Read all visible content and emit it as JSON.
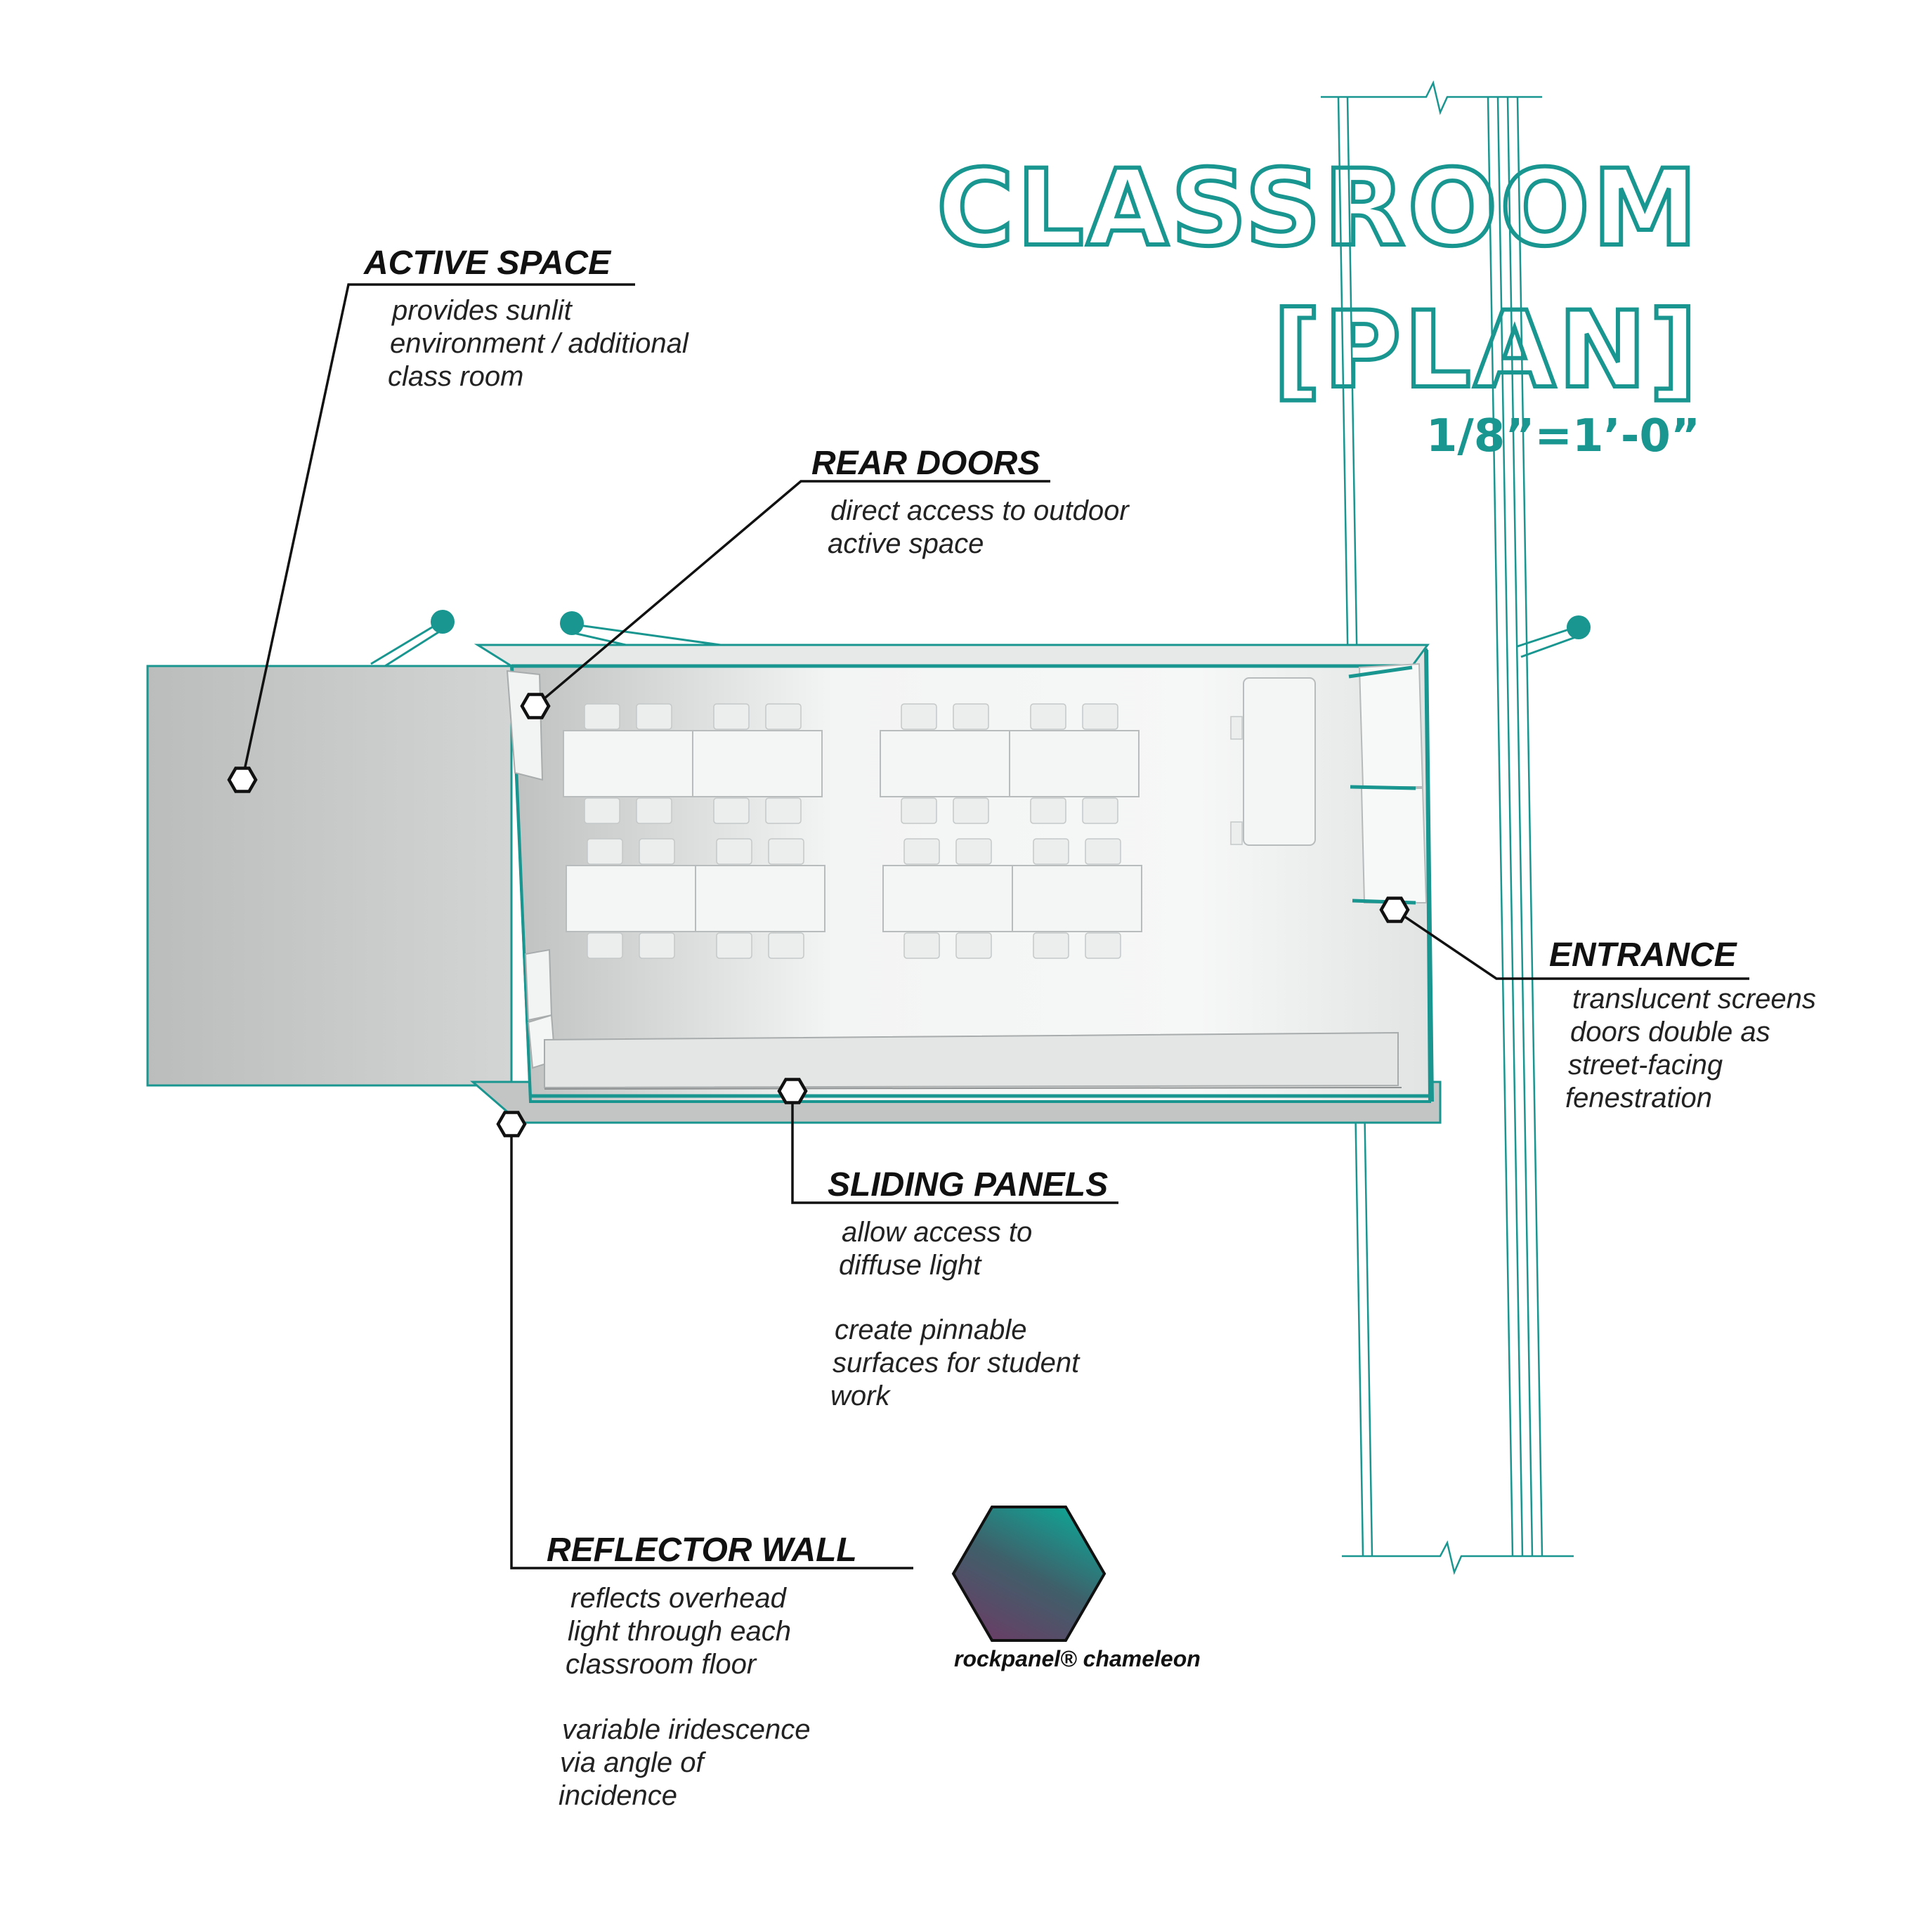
{
  "title": {
    "line1": "CLASSROOM",
    "line2": "[PLAN]",
    "scale": "1/8”=1’-0”"
  },
  "colors": {
    "teal": "#1a9690",
    "ink": "#111111",
    "floor": "#c8caca",
    "interior": "#eceeee"
  },
  "callouts": {
    "active_space": {
      "heading": "ACTIVE SPACE",
      "lines": [
        "provides sunlit",
        "environment / additional",
        "class room"
      ]
    },
    "rear_doors": {
      "heading": "REAR DOORS",
      "lines": [
        "direct access to outdoor",
        "active space"
      ]
    },
    "entrance": {
      "heading": "ENTRANCE",
      "lines": [
        "translucent screens",
        "doors double as",
        "street-facing",
        "fenestration"
      ]
    },
    "sliding_panels": {
      "heading": "SLIDING PANELS",
      "lines": [
        "allow access to",
        "diffuse light",
        "create pinnable",
        "surfaces for student",
        "work"
      ]
    },
    "reflector_wall": {
      "heading": "REFLECTOR WALL",
      "lines": [
        "reflects overhead",
        "light through each",
        "classroom floor",
        "variable iridescence",
        "via angle of",
        "incidence"
      ]
    }
  },
  "material": {
    "label": "rockpanel® chameleon",
    "swatch_colors": [
      "#0fa595",
      "#3f5f6a",
      "#6a3d66"
    ]
  }
}
